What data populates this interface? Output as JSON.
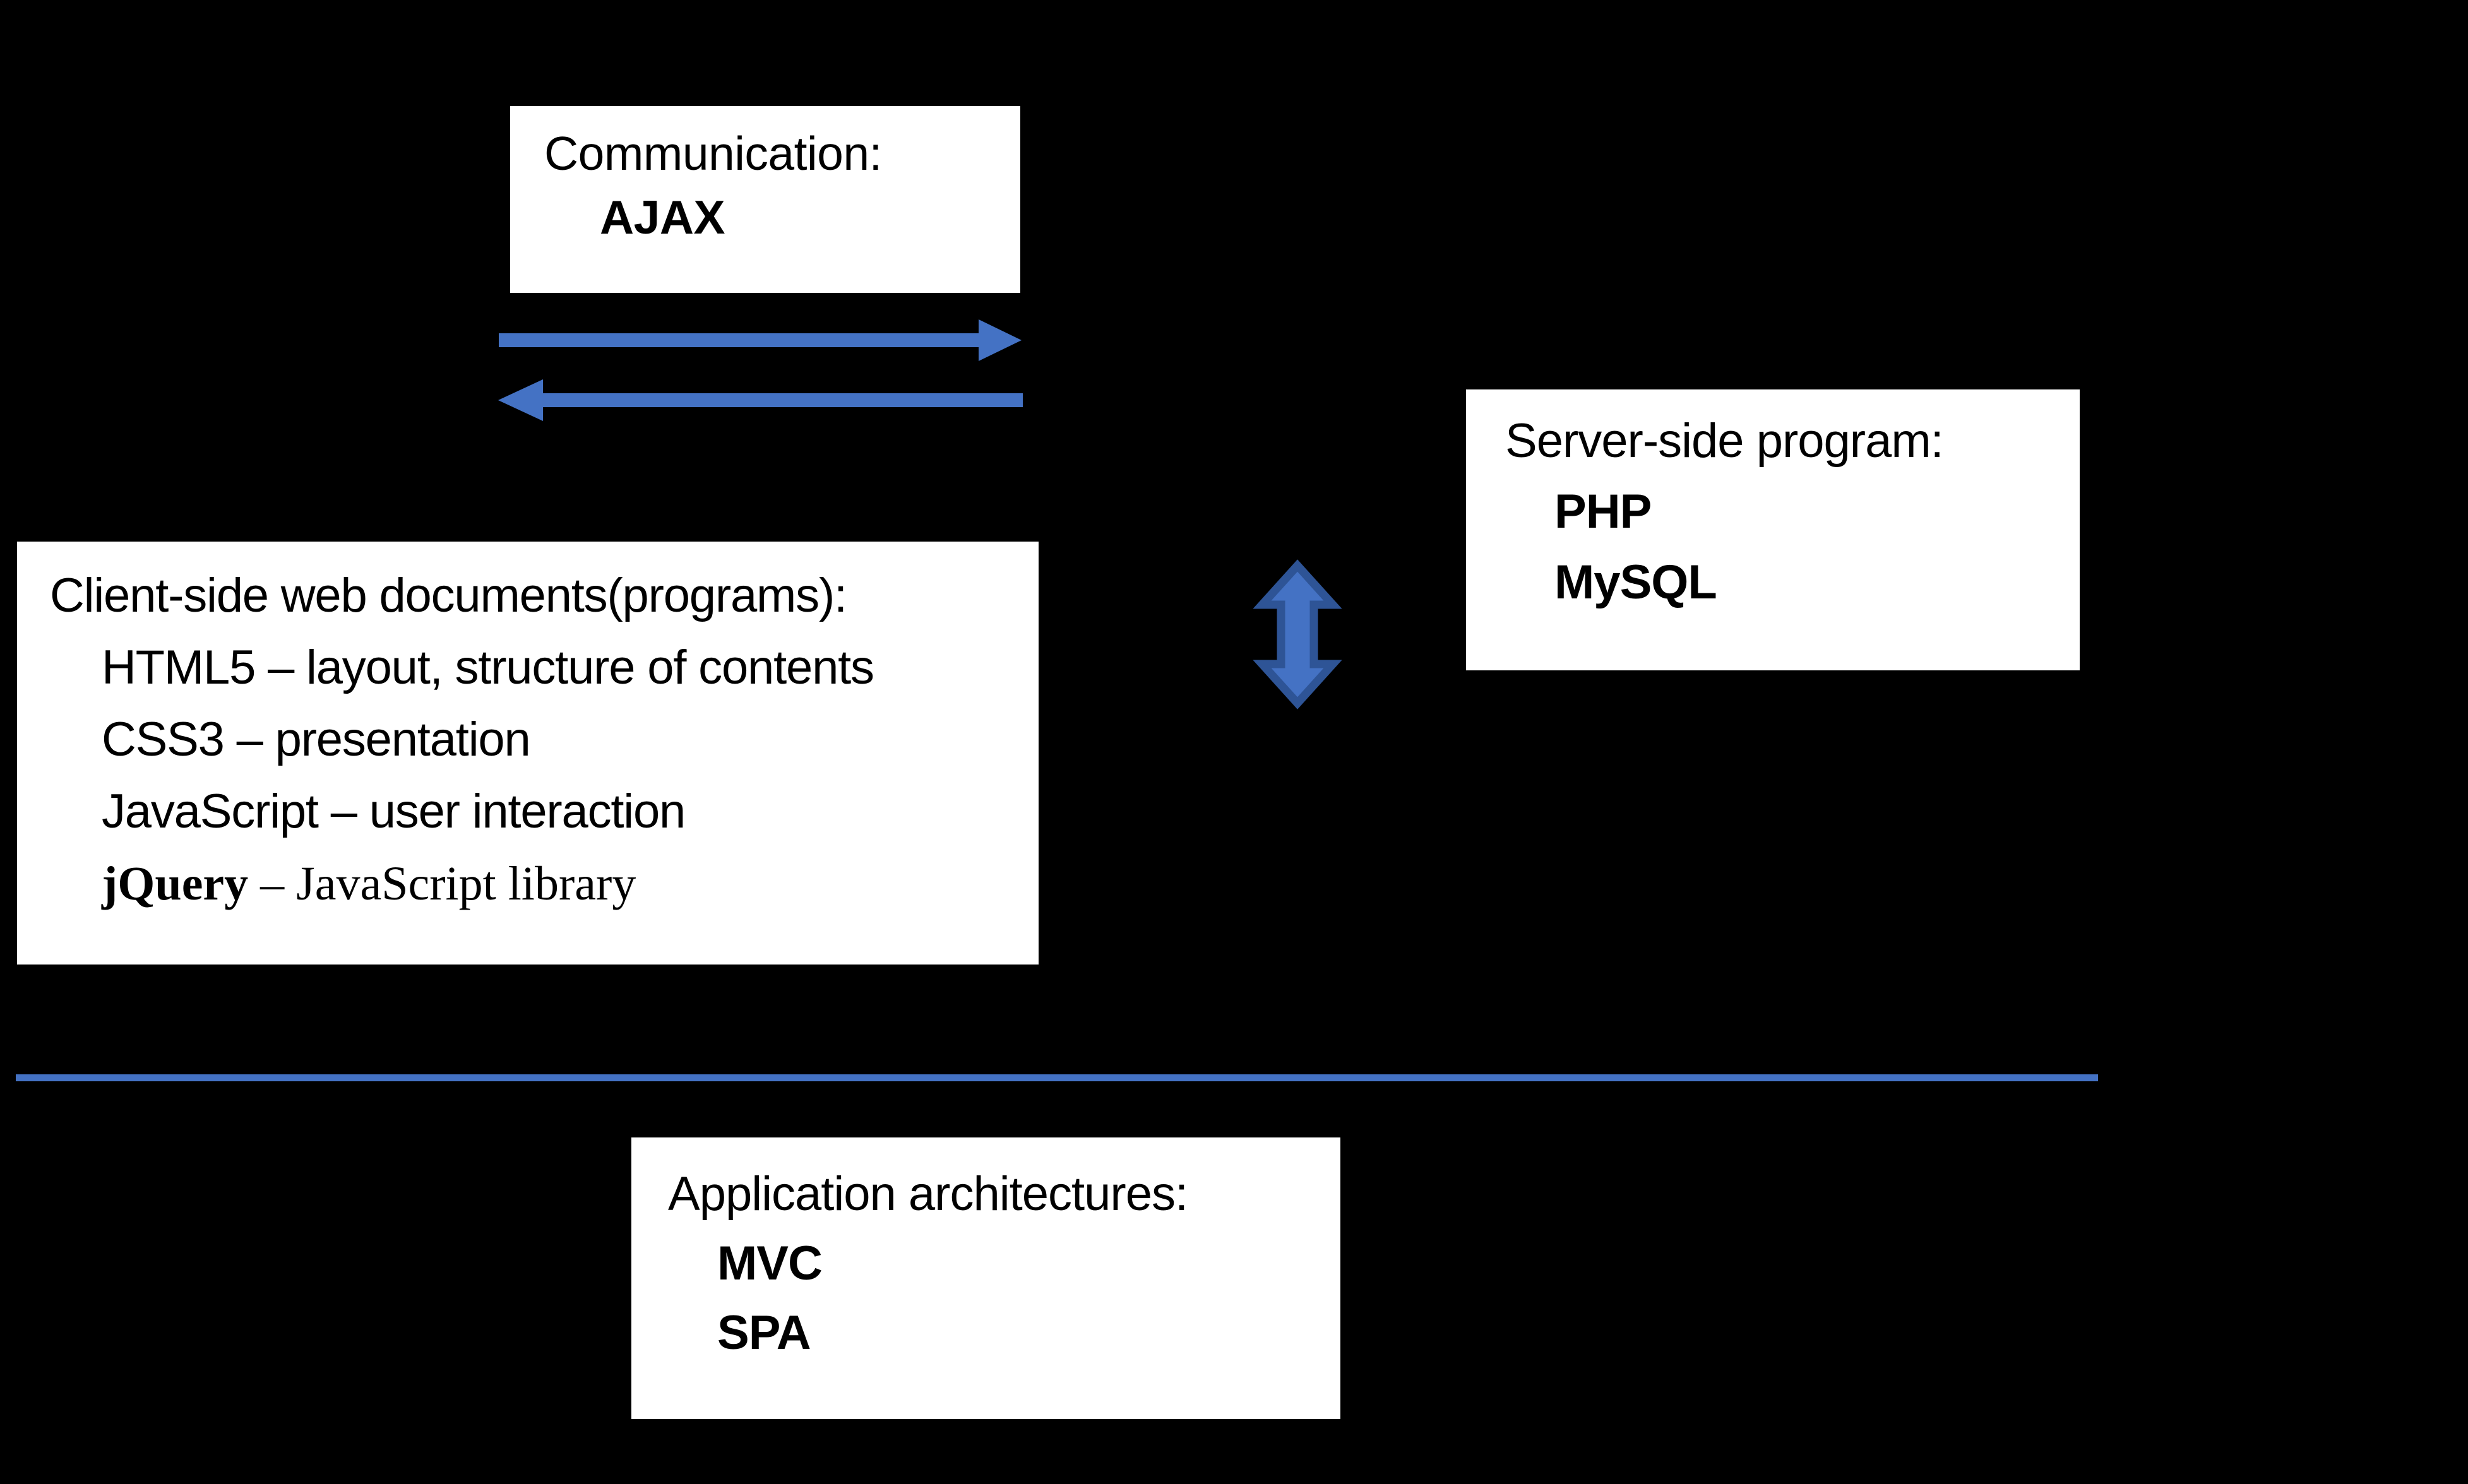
{
  "slide": {
    "background_color": "#000000",
    "accent_color": "#4472C4",
    "accent_dark_color": "#2E5496",
    "box_background": "#FFFFFF",
    "text_color": "#000000"
  },
  "boxes": {
    "communication": {
      "title": "Communication:",
      "items": [
        "AJAX"
      ]
    },
    "client": {
      "title": "Client-side web documents(programs):",
      "items": [
        "HTML5 – layout, structure of contents",
        "CSS3 – presentation",
        "JavaScript – user interaction"
      ],
      "serif_item": {
        "strong": "jQuery",
        "rest": " – JavaScript library"
      }
    },
    "server": {
      "title": "Server-side program:",
      "items": [
        "PHP",
        "MySQL"
      ]
    },
    "architectures": {
      "title": "Application architectures:",
      "items": [
        "MVC",
        "SPA"
      ]
    }
  },
  "connectors": {
    "request_arrow": {
      "icon": "arrow-right-icon",
      "direction": "right",
      "color": "#4472C4"
    },
    "response_arrow": {
      "icon": "arrow-left-icon",
      "direction": "left",
      "color": "#4472C4"
    },
    "vertical_arrow": {
      "icon": "arrow-up-down-icon",
      "direction": "up-down",
      "fill_color": "#4472C4",
      "outline_color": "#2E5496"
    },
    "divider": {
      "color": "#4472C4"
    }
  }
}
